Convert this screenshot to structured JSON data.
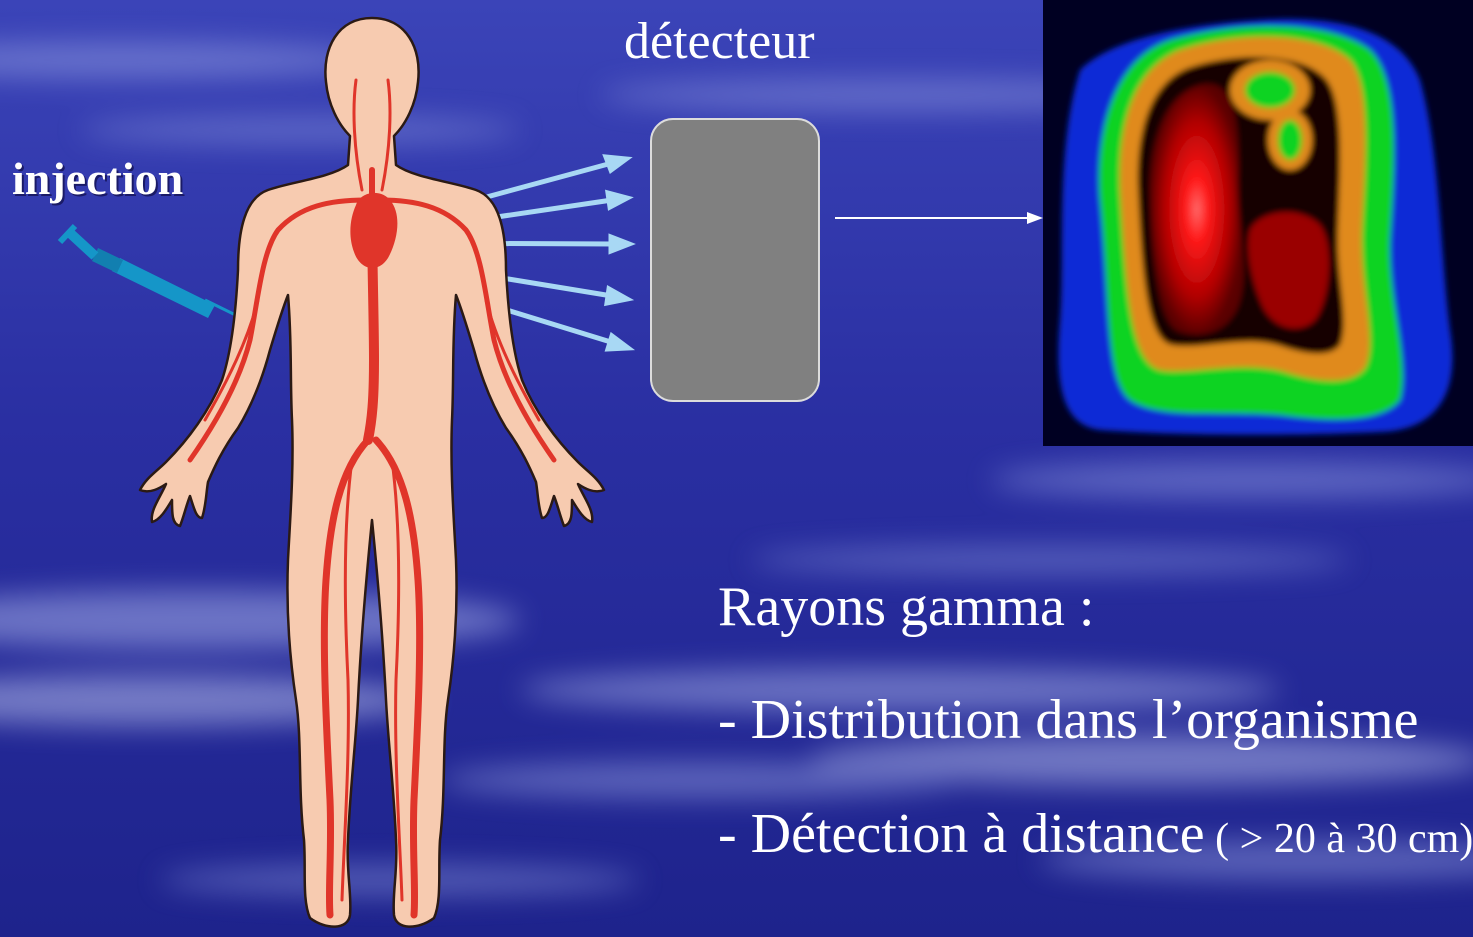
{
  "labels": {
    "detector": "détecteur",
    "injection": "injection"
  },
  "text": {
    "heading": "Rayons gamma :",
    "bullet1": "- Distribution dans l’organisme",
    "bullet2_main": "- Détection à distance",
    "bullet2_note": " ( > 20 à 30 cm)"
  },
  "icons": {
    "body": "human-body-circulatory-system",
    "syringe": "syringe",
    "detector": "gamma-detector-block",
    "scan": "scintigraphy-image"
  },
  "colors": {
    "background": "#2a2f9e",
    "skin": "#f7cbb0",
    "vessels": "#e0352a",
    "rays": "#a8d8f4",
    "detector": "#808080",
    "syringe": "#1596c8"
  }
}
